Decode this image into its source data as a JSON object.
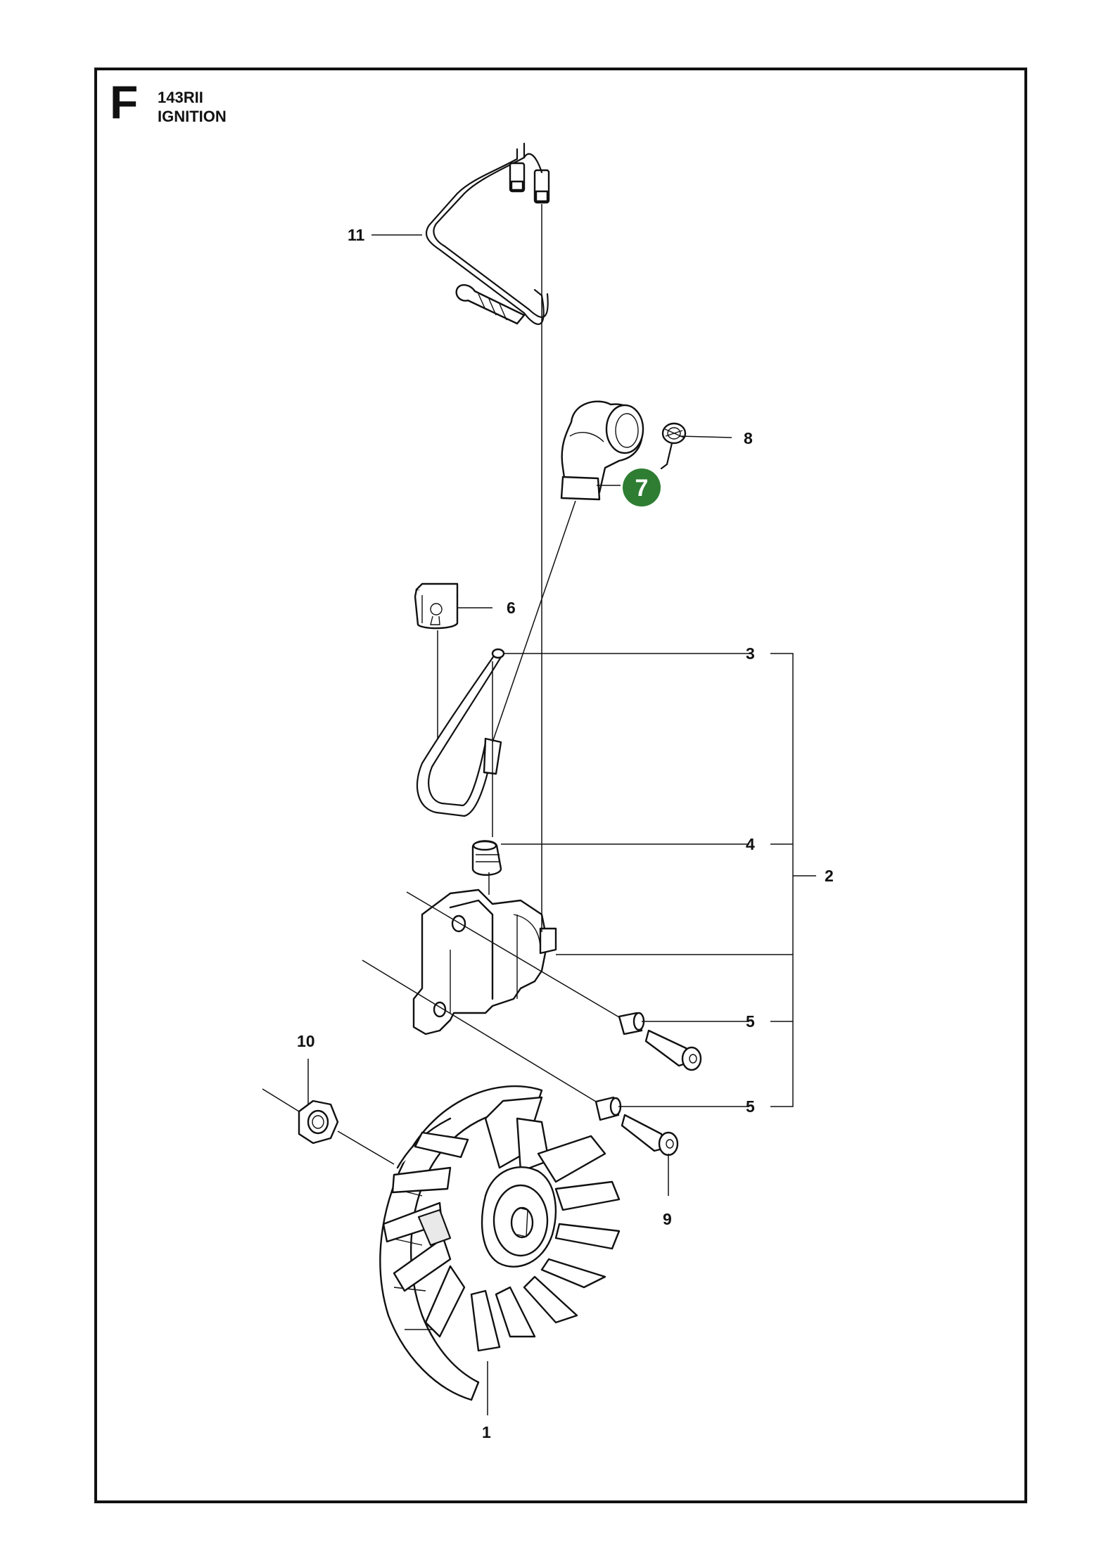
{
  "header": {
    "section_letter": "F",
    "model": "143RII",
    "title": "IGNITION"
  },
  "callouts": {
    "c1": "1",
    "c2": "2",
    "c3": "3",
    "c4": "4",
    "c5a": "5",
    "c5b": "5",
    "c6": "6",
    "c7": "7",
    "c8": "8",
    "c9": "9",
    "c10": "10",
    "c11": "11"
  },
  "highlight": {
    "item": "7",
    "color": "#2e7d32"
  }
}
